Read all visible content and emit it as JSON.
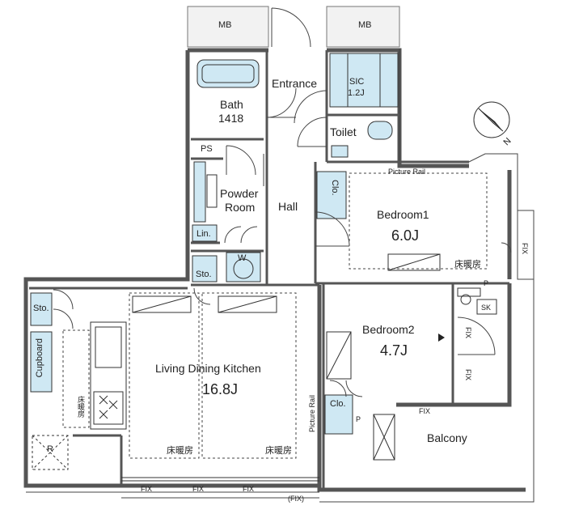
{
  "labels": {
    "mb_left": "MB",
    "mb_right": "MB",
    "entrance": "Entrance",
    "sic": "SIC",
    "sic_size": "1.2J",
    "bath": "Bath",
    "bath_size": "1418",
    "toilet": "Toilet",
    "ps": "PS",
    "powder": "Powder",
    "room": "Room",
    "hall": "Hall",
    "lin": "Lin.",
    "w": "W",
    "sto_small": "Sto.",
    "clo_bed1": "Clo.",
    "picture_rail_top": "Picture Rail",
    "bedroom1": "Bedroom1",
    "bedroom1_size": "6.0J",
    "floor_heat_bed1": "床暖房",
    "p_top": "P",
    "sk": "SK",
    "fix_right_top": "FIX",
    "sto_kitchen": "Sto.",
    "cupboard": "Cupboard",
    "floor_heat_kitchen": "床暖房",
    "r": "R",
    "ldk": "Living Dining Kitchen",
    "ldk_size": "16.8J",
    "floor_heat_ldk_left": "床暖房",
    "floor_heat_ldk_right": "床暖房",
    "bedroom2": "Bedroom2",
    "bedroom2_size": "4.7J",
    "fix_bed2_a": "FIX",
    "fix_bed2_b": "FIX",
    "picture_rail_side": "Picture Rail",
    "clo_bed2": "Clo.",
    "p_bottom": "P",
    "fix_balcony": "FIX",
    "balcony": "Balcony",
    "fix_bottom_1": "FIX",
    "fix_bottom_2": "FIX",
    "fix_bottom_3": "FIX",
    "fix_bottom_paren": "(FIX)",
    "compass_n": "N"
  },
  "colors": {
    "wall": "#555555",
    "line": "#333333",
    "fixture": "#cfe8f3",
    "mb_fill": "#f2f2f2"
  },
  "icons": {
    "compass": "compass-icon",
    "door": "door-swing-icon"
  }
}
